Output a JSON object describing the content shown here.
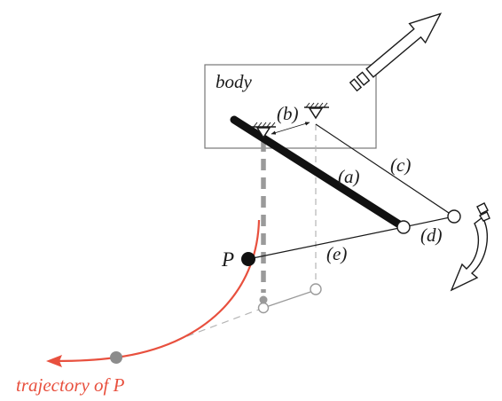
{
  "labels": {
    "body": "body",
    "a": "(a)",
    "b": "(b)",
    "c": "(c)",
    "d": "(d)",
    "e": "(e)",
    "p": "P",
    "trajectory": "trajectory of P"
  },
  "colors": {
    "ink": "#1a1a1a",
    "frame": "#777777",
    "ghost": "#9a9a9a",
    "ghost_dash": "#b5b5b5",
    "trajectory": "#e8503e",
    "bead": "#8c8c8c"
  },
  "icons": {
    "translation_arrow": "hollow-straight-arrow-icon",
    "rotation_arrow": "hollow-curved-arrow-icon",
    "fixed_support": "ground-pin-icon"
  }
}
